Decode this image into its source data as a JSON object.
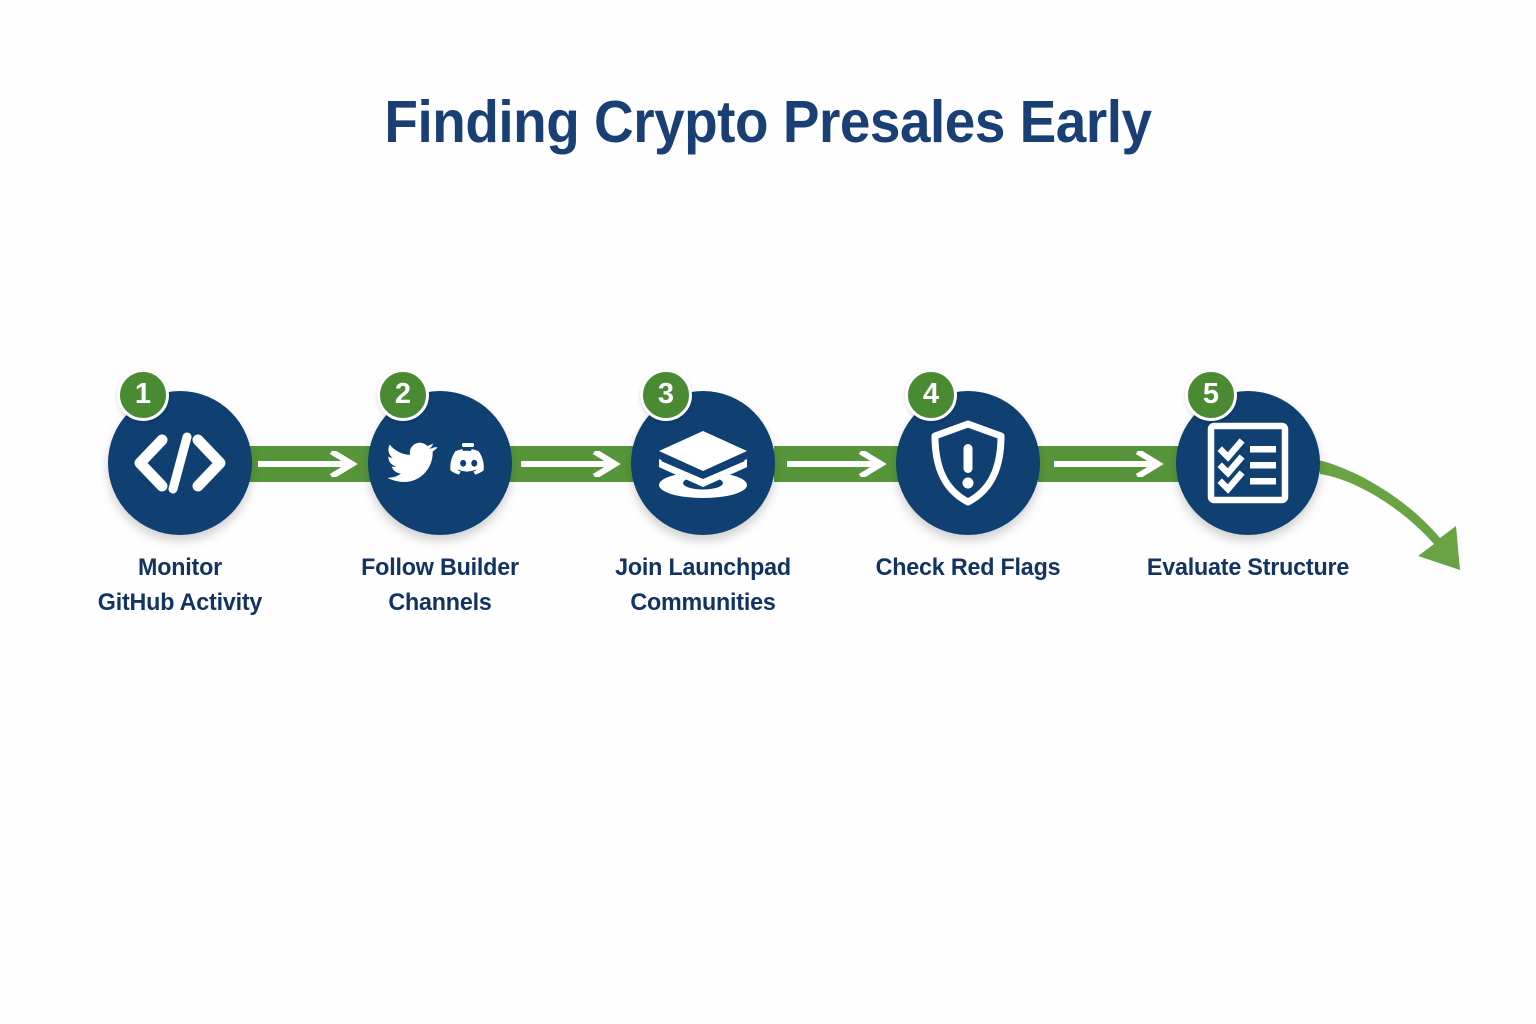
{
  "slide": {
    "title": "Finding Crypto Presales Early",
    "background_color": "#fefefe",
    "title_color": "#1a3f75",
    "accent_navy": "#103f72",
    "accent_green": "#4a8a33",
    "connector_green": "#57953a",
    "label_color": "#123463"
  },
  "flow": {
    "type": "horizontal-process-flow",
    "step_count": 5,
    "steps": [
      {
        "number": "1",
        "label_line1": "Monitor",
        "label_line2": "GitHub Activity",
        "icon": "code-brackets-icon"
      },
      {
        "number": "2",
        "label_line1": "Follow Builder",
        "label_line2": "Channels",
        "icon": "twitter-discord-icon"
      },
      {
        "number": "3",
        "label_line1": "Join Launchpad",
        "label_line2": "Communities",
        "icon": "stacked-layers-platform-icon"
      },
      {
        "number": "4",
        "label_line1": "Check Red Flags",
        "label_line2": "",
        "icon": "shield-warning-icon"
      },
      {
        "number": "5",
        "label_line1": "Evaluate Structure",
        "label_line2": "",
        "icon": "checklist-icon"
      }
    ],
    "connectors": [
      {
        "icon": "arrow-right-icon"
      },
      {
        "icon": "arrow-right-icon"
      },
      {
        "icon": "arrow-right-icon"
      },
      {
        "icon": "arrow-right-icon"
      }
    ],
    "exit_arrow": {
      "icon": "curved-arrow-down-right-icon"
    }
  }
}
